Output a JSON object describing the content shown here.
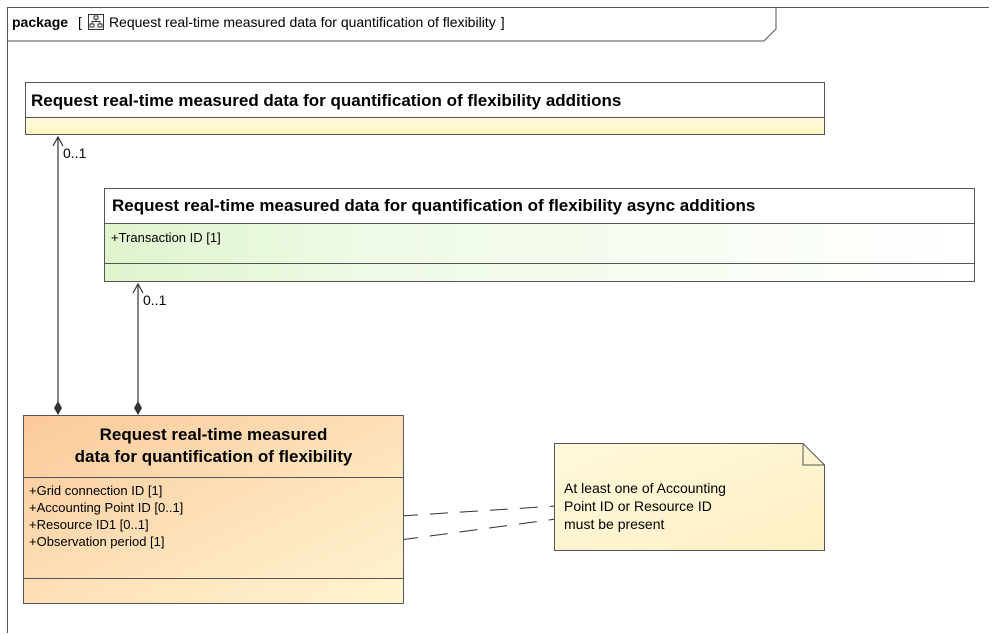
{
  "frame": {
    "keyword": "package",
    "bracket_open": "[",
    "title": "Request real-time measured data for quantification of flexibility",
    "bracket_close": "]",
    "icon": "package-diagram-icon"
  },
  "classes": {
    "additions": {
      "name": "Request real-time measured data for quantification of flexibility additions",
      "attributes": []
    },
    "async_additions": {
      "name": "Request real-time measured data for quantification of flexibility async additions",
      "attributes": [
        "+Transaction ID [1]"
      ]
    },
    "main": {
      "name_line1": "Request real-time measured",
      "name_line2": "data for quantification of flexibility",
      "attributes": [
        "+Grid connection ID [1]",
        "+Accounting Point ID [0..1]",
        "+Resource ID1 [0..1]",
        "+Observation period [1]"
      ]
    }
  },
  "associations": {
    "to_additions_multiplicity": "0..1",
    "to_async_multiplicity": "0..1"
  },
  "note": {
    "line1": "At least one of Accounting",
    "line2": "Point ID or Resource ID",
    "line3": "must be present"
  },
  "colors": {
    "additions_fill": "#fff6c6",
    "async_fill": "#dff4cd",
    "main_fill": "#fbc99a",
    "note_fill": "#fff4d0"
  }
}
